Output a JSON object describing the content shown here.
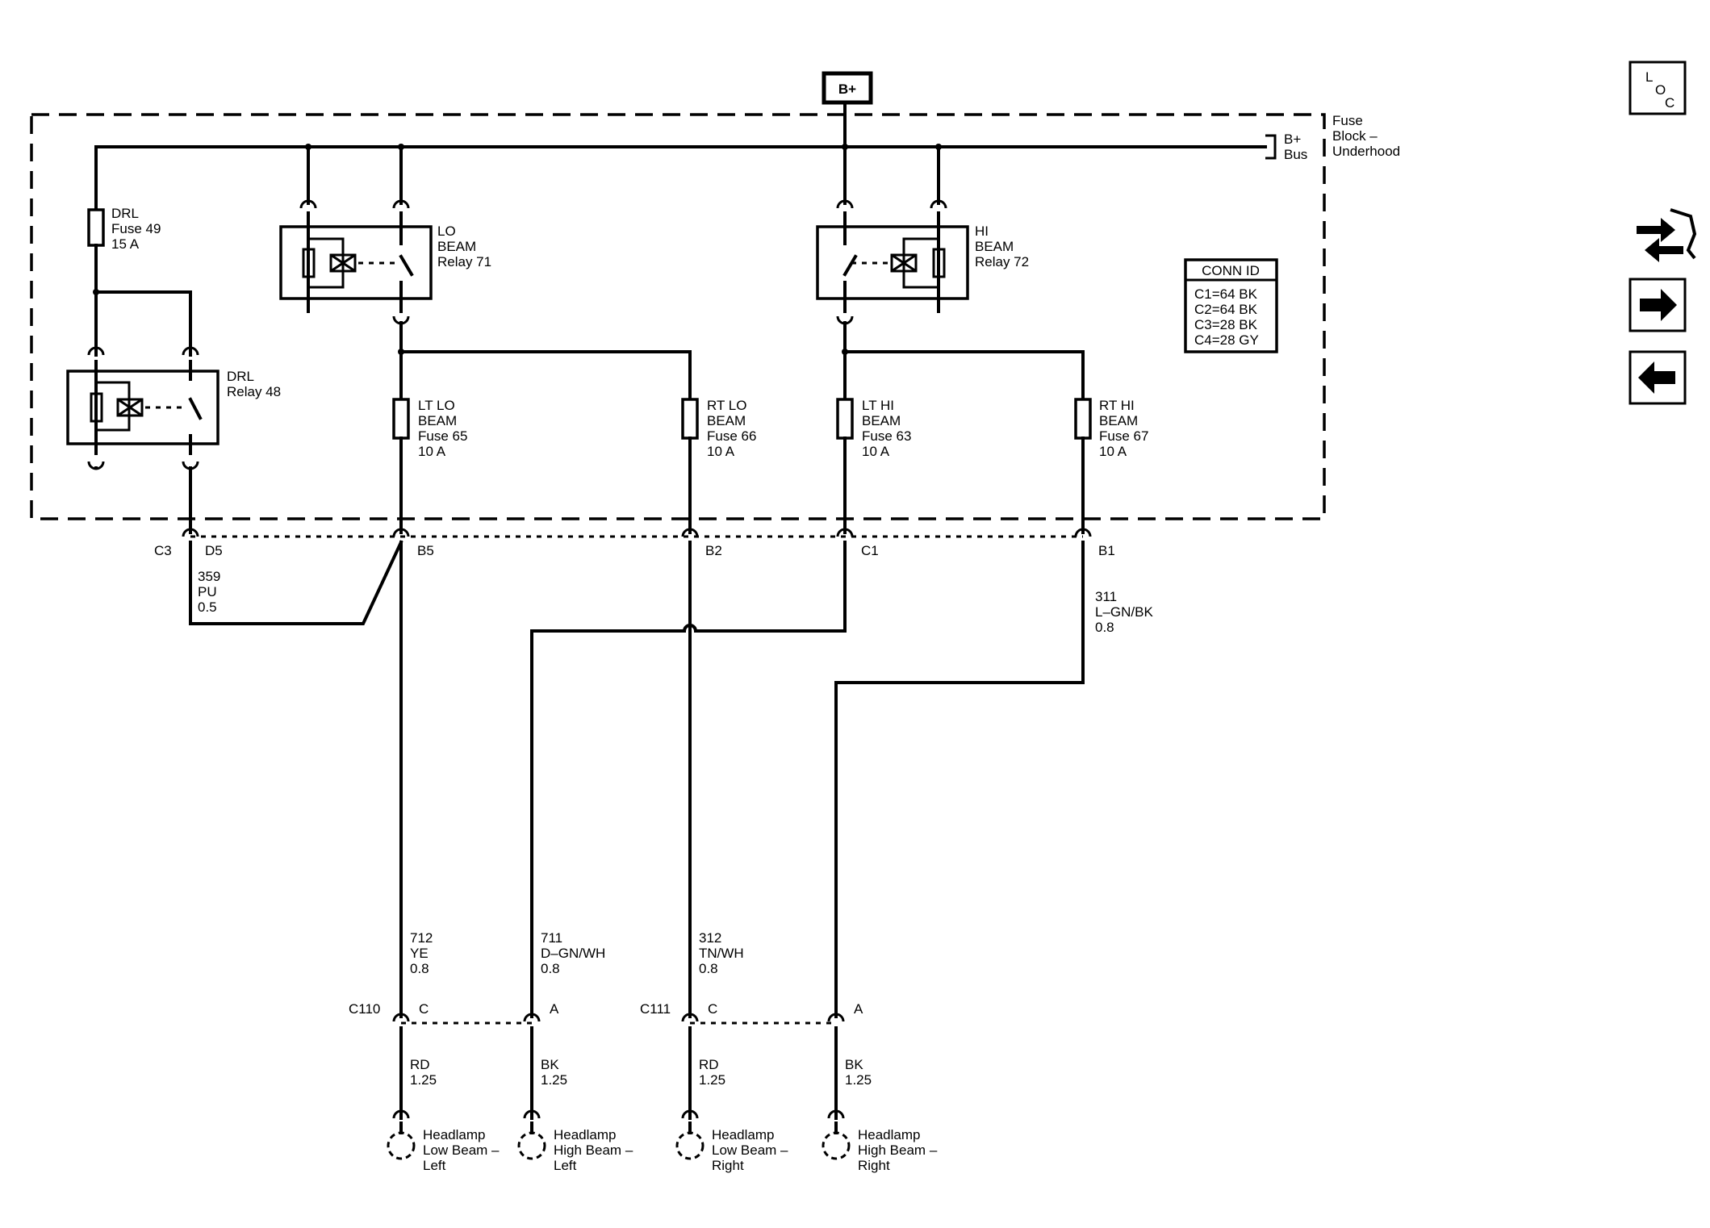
{
  "power": {
    "bplus": "B+"
  },
  "fuse_block": {
    "line1": "Fuse",
    "line2": "Block –",
    "line3": "Underhood",
    "bus_line1": "B+",
    "bus_line2": "Bus"
  },
  "fuses": {
    "drl": [
      "DRL",
      "Fuse 49",
      "15 A"
    ],
    "lt_lo": [
      "LT LO",
      "BEAM",
      "Fuse 65",
      "10 A"
    ],
    "rt_lo": [
      "RT LO",
      "BEAM",
      "Fuse 66",
      "10 A"
    ],
    "lt_hi": [
      "LT HI",
      "BEAM",
      "Fuse 63",
      "10 A"
    ],
    "rt_hi": [
      "RT HI",
      "BEAM",
      "Fuse 67",
      "10 A"
    ]
  },
  "relays": {
    "lo": [
      "LO",
      "BEAM",
      "Relay 71"
    ],
    "hi": [
      "HI",
      "BEAM",
      "Relay 72"
    ],
    "drl": [
      "DRL",
      "Relay 48"
    ]
  },
  "conn_id": {
    "title": "CONN ID",
    "rows": [
      "C1=64 BK",
      "C2=64 BK",
      "C3=28 BK",
      "C4=28 GY"
    ]
  },
  "connectors": {
    "c3": "C3",
    "d5": "D5",
    "b5": "B5",
    "b2": "B2",
    "c1": "C1",
    "b1": "B1",
    "c110": "C110",
    "c110_c": "C",
    "c110_a": "A",
    "c111": "C111",
    "c111_c": "C",
    "c111_a": "A"
  },
  "wires": {
    "w359": [
      "359",
      "PU",
      "0.5"
    ],
    "w311": [
      "311",
      "L–GN/BK",
      "0.8"
    ],
    "w712": [
      "712",
      "YE",
      "0.8"
    ],
    "w711": [
      "711",
      "D–GN/WH",
      "0.8"
    ],
    "w312": [
      "312",
      "TN/WH",
      "0.8"
    ],
    "lamp_ll": [
      "RD",
      "1.25"
    ],
    "lamp_hl": [
      "BK",
      "1.25"
    ],
    "lamp_lr": [
      "RD",
      "1.25"
    ],
    "lamp_hr": [
      "BK",
      "1.25"
    ]
  },
  "lamps": {
    "low_left": [
      "Headlamp",
      "Low Beam –",
      "Left"
    ],
    "high_left": [
      "Headlamp",
      "High Beam –",
      "Left"
    ],
    "low_right": [
      "Headlamp",
      "Low Beam –",
      "Right"
    ],
    "high_right": [
      "Headlamp",
      "High Beam –",
      "Right"
    ]
  },
  "nav": {
    "loc_l": "L",
    "loc_o": "O",
    "loc_c": "C"
  },
  "icons": {
    "loc": "location-icon",
    "connector": "connector-swap-icon",
    "next": "arrow-right-icon",
    "prev": "arrow-left-icon"
  }
}
